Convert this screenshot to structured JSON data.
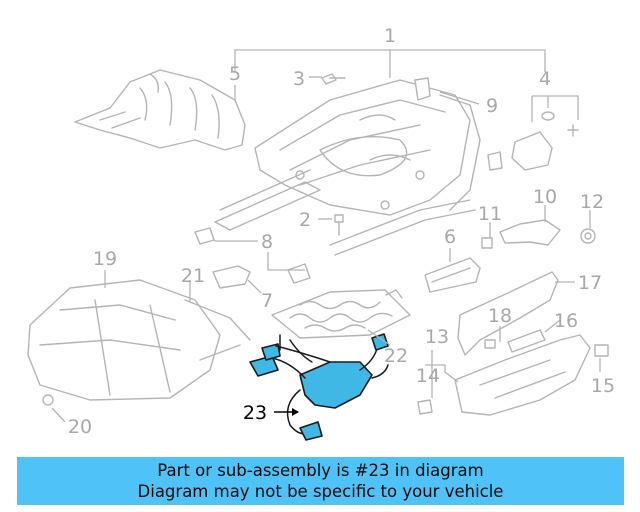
{
  "callouts": [
    {
      "key": "c1",
      "text": "1"
    },
    {
      "key": "c2",
      "text": "2"
    },
    {
      "key": "c3",
      "text": "3"
    },
    {
      "key": "c4",
      "text": "4"
    },
    {
      "key": "c5",
      "text": "5"
    },
    {
      "key": "c6",
      "text": "6"
    },
    {
      "key": "c7",
      "text": "7"
    },
    {
      "key": "c8",
      "text": "8"
    },
    {
      "key": "c9",
      "text": "9"
    },
    {
      "key": "c10",
      "text": "10"
    },
    {
      "key": "c11",
      "text": "11"
    },
    {
      "key": "c12",
      "text": "12"
    },
    {
      "key": "c13",
      "text": "13"
    },
    {
      "key": "c14",
      "text": "14"
    },
    {
      "key": "c15",
      "text": "15"
    },
    {
      "key": "c16",
      "text": "16"
    },
    {
      "key": "c17",
      "text": "17"
    },
    {
      "key": "c18",
      "text": "18"
    },
    {
      "key": "c19",
      "text": "19"
    },
    {
      "key": "c20",
      "text": "20"
    },
    {
      "key": "c21",
      "text": "21"
    },
    {
      "key": "c22",
      "text": "22"
    },
    {
      "key": "c23",
      "text": "23"
    }
  ],
  "highlighted_part": "23",
  "banner": {
    "line1": "Part or sub-assembly is #23 in diagram",
    "line2": "Diagram may not be specific to your vehicle"
  },
  "colors": {
    "highlight_fill": "#3fb8e6",
    "banner_background": "#4fc3f7",
    "linework": "#b4b4b4"
  }
}
